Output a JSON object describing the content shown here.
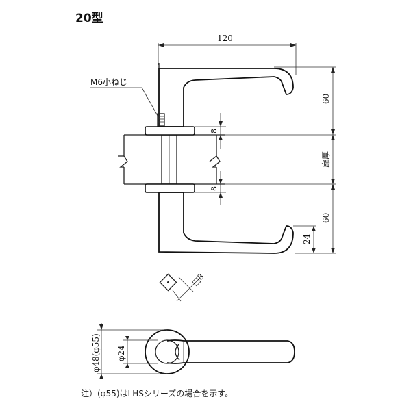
{
  "title": "20型",
  "labels": {
    "dim_width": "120",
    "screw": "M6小ねじ",
    "dim_upper_lever": "60",
    "dim_gap_upper": "8",
    "dim_door": "扉厚",
    "dim_gap_lower": "8",
    "dim_lower_lever": "60",
    "dim_lower_tip": "24",
    "spindle": "□8",
    "rose_outer": "φ48(φ55)",
    "rose_inner": "φ24"
  },
  "note": "注）(φ55)はLHSシリーズの場合を示す。"
}
